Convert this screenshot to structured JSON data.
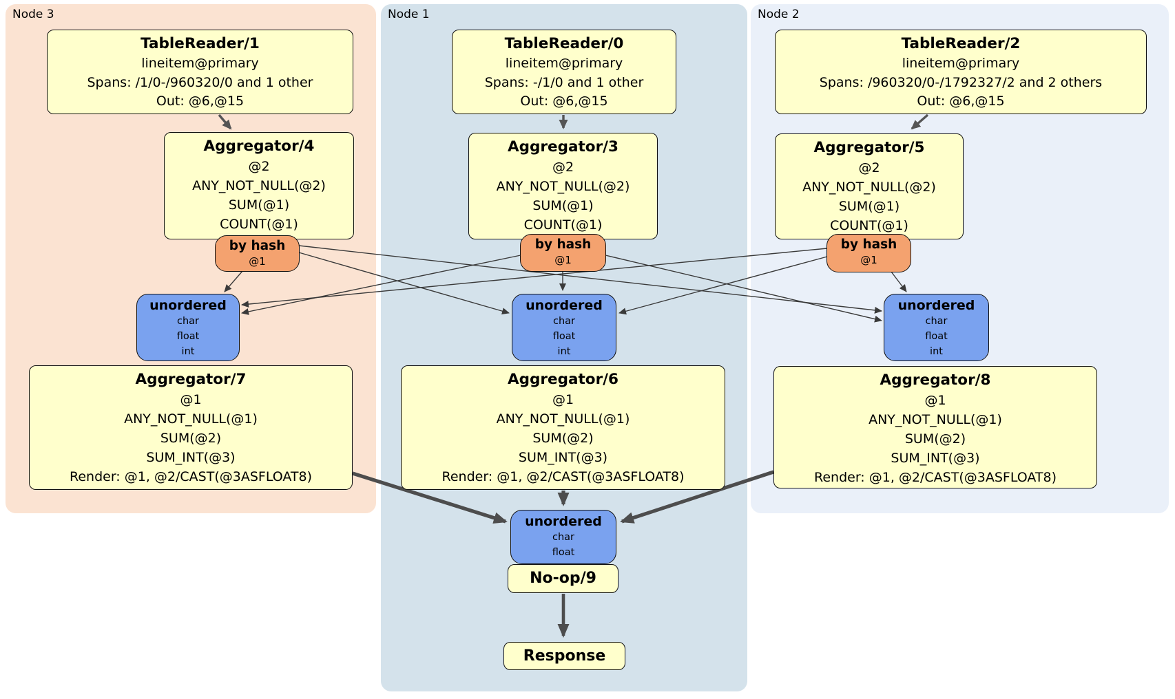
{
  "colors": {
    "node3_bg": "#FBE3D2",
    "node1_bg": "#D4E2EB",
    "node2_bg": "#EAF0F9",
    "box_bg": "#FFFFCC",
    "router_bg": "#F4A26F",
    "sync_bg": "#7AA2EF"
  },
  "nodes": [
    {
      "label": "Node 3",
      "table_reader": {
        "title": "TableReader/1",
        "lines": [
          "lineitem@primary",
          "Spans: /1/0-/960320/0 and 1 other",
          "Out: @6,@15"
        ]
      },
      "aggregator_top": {
        "title": "Aggregator/4",
        "lines": [
          "@2",
          "ANY_NOT_NULL(@2)",
          "SUM(@1)",
          "COUNT(@1)"
        ]
      },
      "router": {
        "title": "by hash",
        "detail": "@1"
      },
      "sync": {
        "title": "unordered",
        "lines": [
          "char",
          "float",
          "int"
        ]
      },
      "aggregator_bottom": {
        "title": "Aggregator/7",
        "lines": [
          "@1",
          "ANY_NOT_NULL(@1)",
          "SUM(@2)",
          "SUM_INT(@3)",
          "Render: @1, @2/CAST(@3ASFLOAT8)"
        ]
      }
    },
    {
      "label": "Node 1",
      "table_reader": {
        "title": "TableReader/0",
        "lines": [
          "lineitem@primary",
          "Spans: -/1/0 and 1 other",
          "Out: @6,@15"
        ]
      },
      "aggregator_top": {
        "title": "Aggregator/3",
        "lines": [
          "@2",
          "ANY_NOT_NULL(@2)",
          "SUM(@1)",
          "COUNT(@1)"
        ]
      },
      "router": {
        "title": "by hash",
        "detail": "@1"
      },
      "sync": {
        "title": "unordered",
        "lines": [
          "char",
          "float",
          "int"
        ]
      },
      "aggregator_bottom": {
        "title": "Aggregator/6",
        "lines": [
          "@1",
          "ANY_NOT_NULL(@1)",
          "SUM(@2)",
          "SUM_INT(@3)",
          "Render: @1, @2/CAST(@3ASFLOAT8)"
        ]
      }
    },
    {
      "label": "Node 2",
      "table_reader": {
        "title": "TableReader/2",
        "lines": [
          "lineitem@primary",
          "Spans: /960320/0-/1792327/2 and 2 others",
          "Out: @6,@15"
        ]
      },
      "aggregator_top": {
        "title": "Aggregator/5",
        "lines": [
          "@2",
          "ANY_NOT_NULL(@2)",
          "SUM(@1)",
          "COUNT(@1)"
        ]
      },
      "router": {
        "title": "by hash",
        "detail": "@1"
      },
      "sync": {
        "title": "unordered",
        "lines": [
          "char",
          "float",
          "int"
        ]
      },
      "aggregator_bottom": {
        "title": "Aggregator/8",
        "lines": [
          "@1",
          "ANY_NOT_NULL(@1)",
          "SUM(@2)",
          "SUM_INT(@3)",
          "Render: @1, @2/CAST(@3ASFLOAT8)"
        ]
      }
    }
  ],
  "output": {
    "sync": {
      "title": "unordered",
      "lines": [
        "char",
        "float"
      ]
    },
    "noop": {
      "title": "No-op/9"
    },
    "response": {
      "title": "Response"
    }
  }
}
